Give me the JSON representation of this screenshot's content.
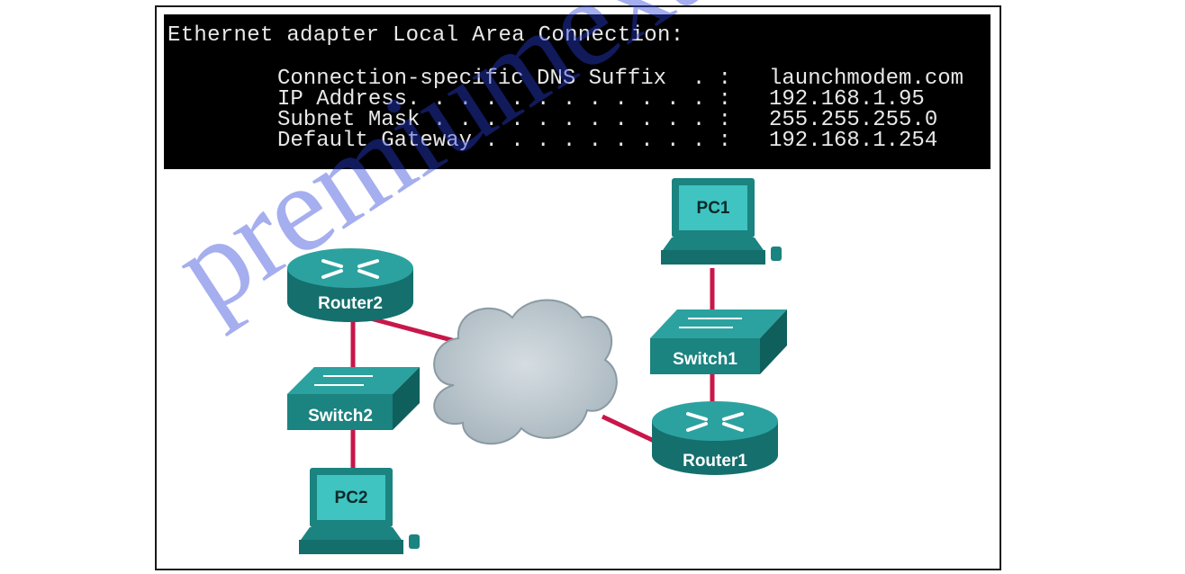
{
  "console": {
    "header": "Ethernet adapter Local Area Connection:",
    "rows": [
      {
        "key": "Connection-specific DNS Suffix  . :",
        "value": "launchmodem.com"
      },
      {
        "key": "IP Address. . . . . . . . . . . . :",
        "value": "192.168.1.95"
      },
      {
        "key": "Subnet Mask . . . . . . . . . . . :",
        "value": "255.255.255.0"
      },
      {
        "key": "Default Gateway . . . . . . . . . :",
        "value": "192.168.1.254"
      }
    ]
  },
  "topology": {
    "pc1": "PC1",
    "pc2": "PC2",
    "switch1": "Switch1",
    "switch2": "Switch2",
    "router1": "Router1",
    "router2": "Router2",
    "link_color": "#c8174a",
    "device_color": "#1f8c8a"
  },
  "watermark": "premiumexam.com"
}
